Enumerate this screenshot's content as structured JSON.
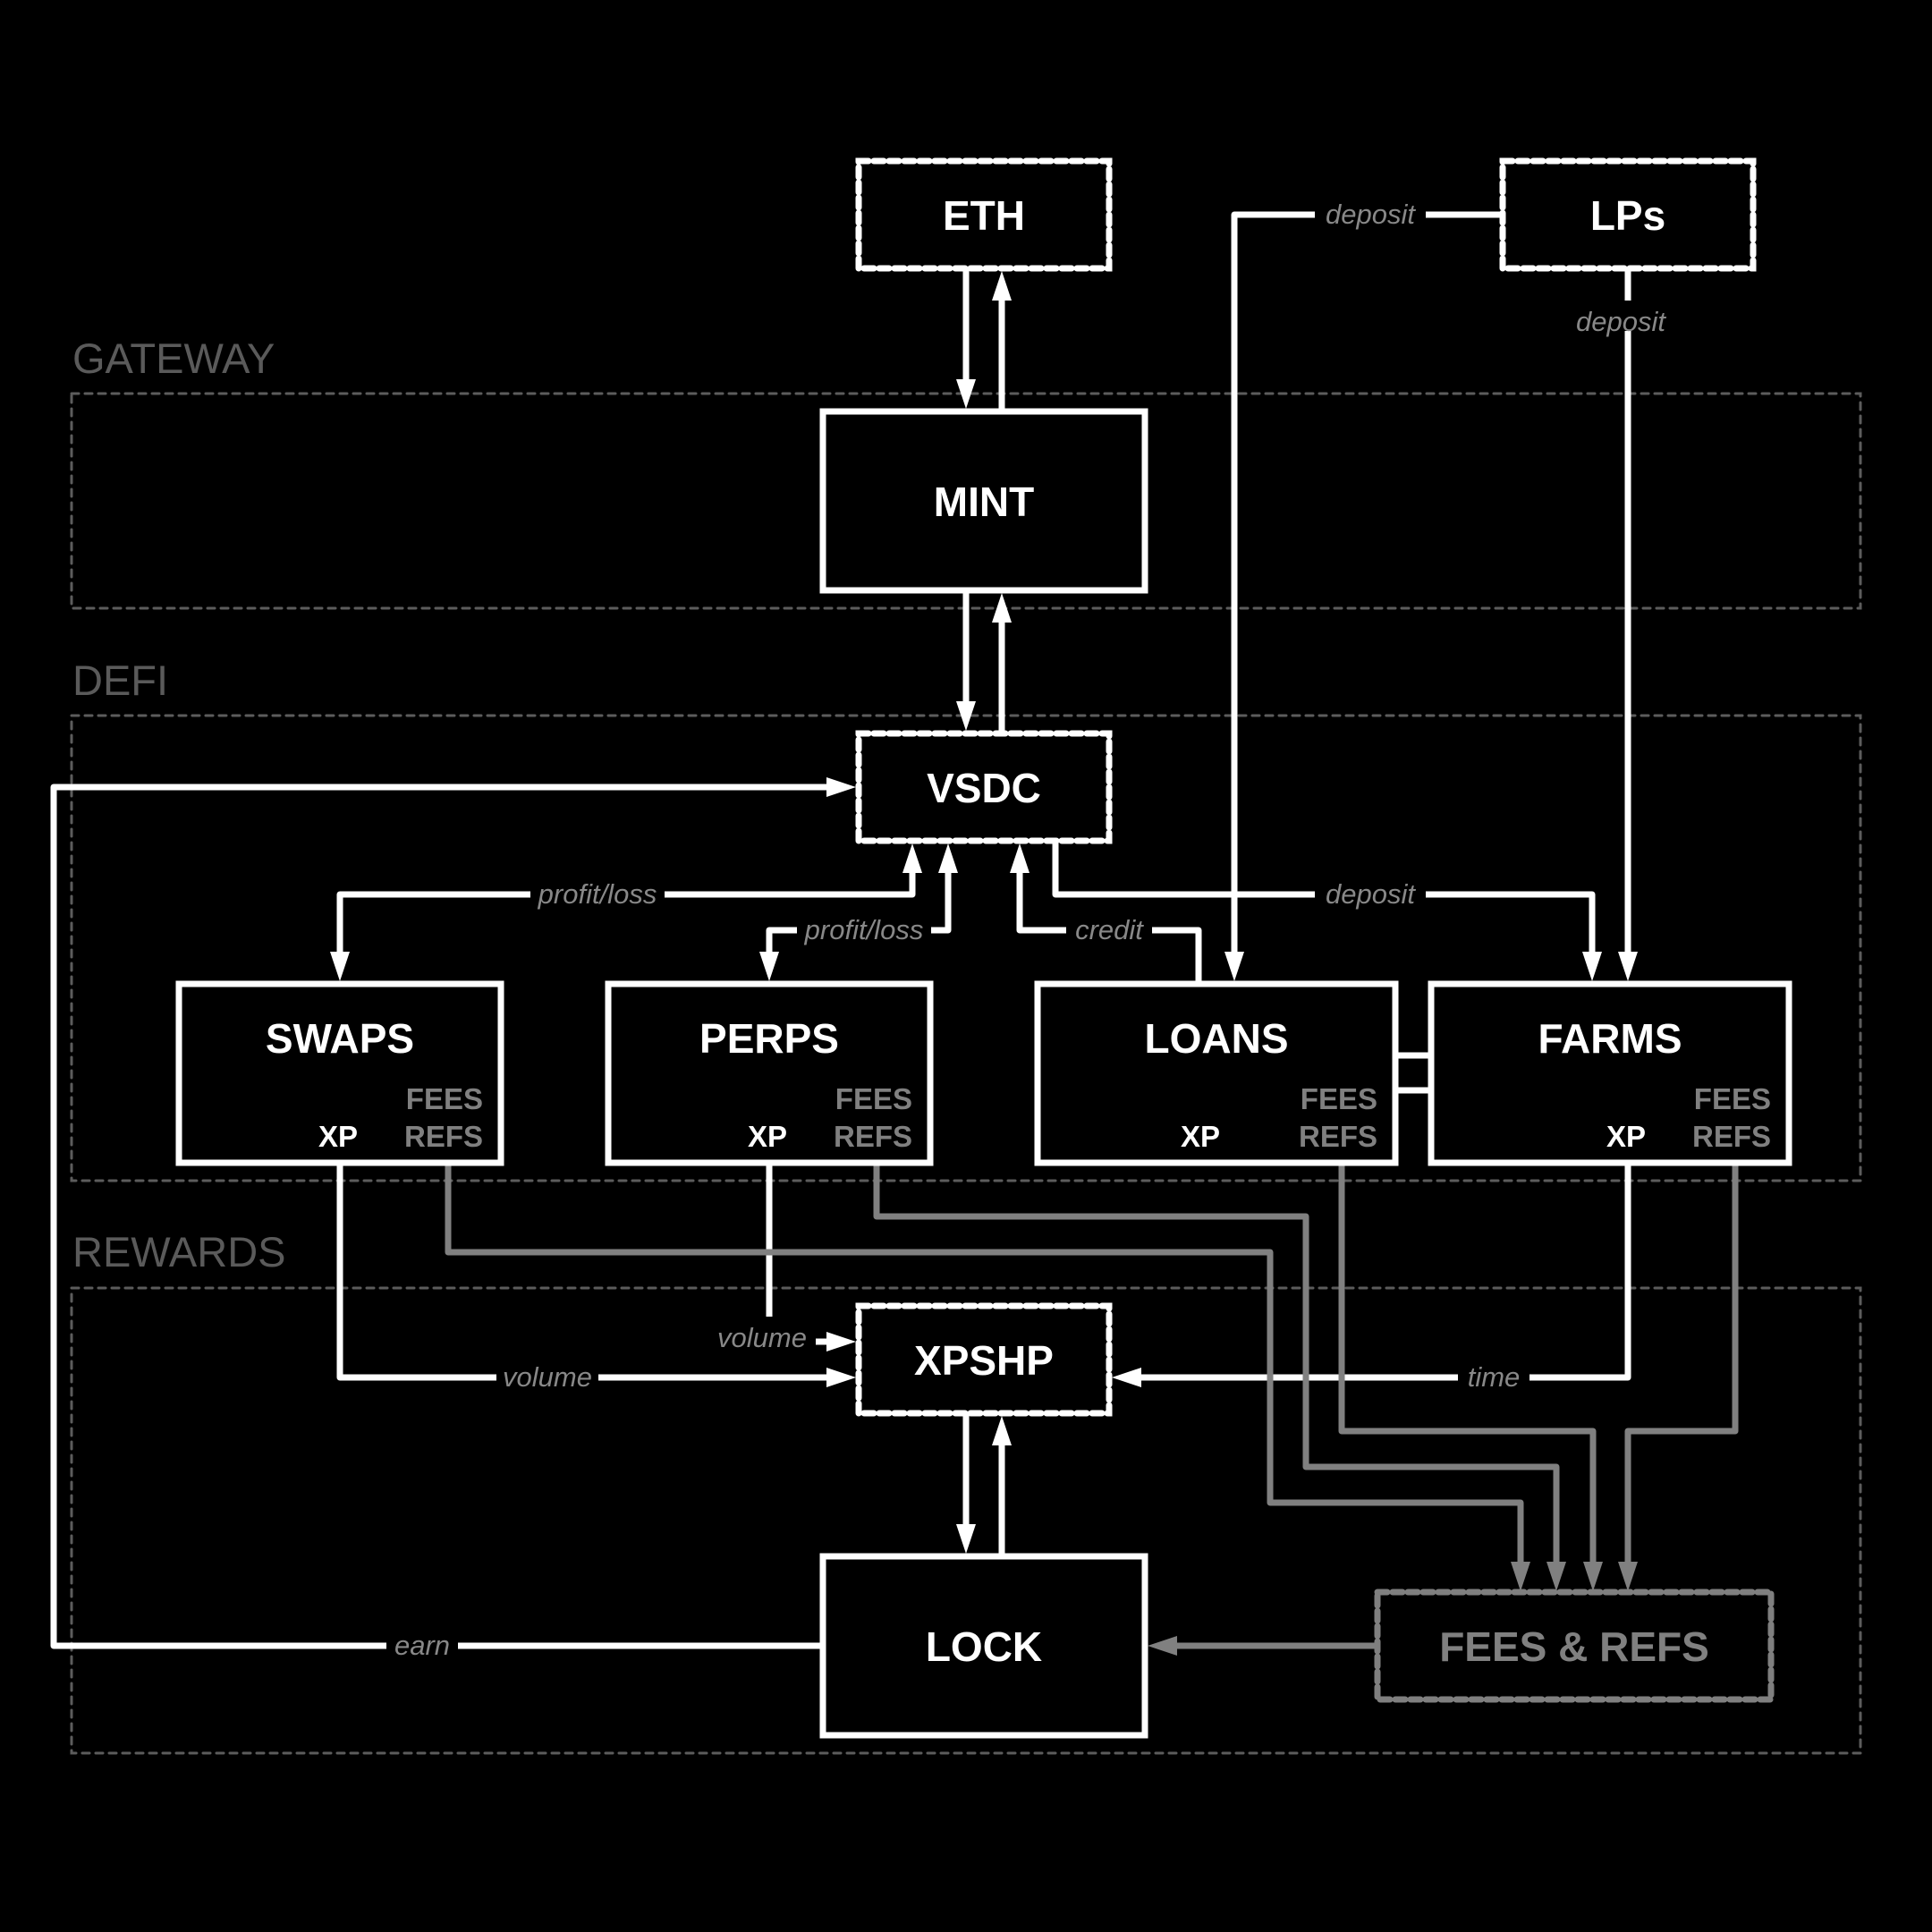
{
  "zones": [
    {
      "id": "gateway",
      "title": "GATEWAY"
    },
    {
      "id": "defi",
      "title": "DEFI"
    },
    {
      "id": "rewards",
      "title": "REWARDS"
    }
  ],
  "nodes": [
    {
      "id": "eth",
      "label": "ETH",
      "style": "dashed"
    },
    {
      "id": "lps",
      "label": "LPs",
      "style": "dashed"
    },
    {
      "id": "mint",
      "label": "MINT",
      "style": "solid"
    },
    {
      "id": "vsdc",
      "label": "VSDC",
      "style": "dashed"
    },
    {
      "id": "swaps",
      "label": "SWAPS",
      "style": "solid",
      "xp": "XP",
      "fees": "FEES",
      "refs": "REFS"
    },
    {
      "id": "perps",
      "label": "PERPS",
      "style": "solid",
      "xp": "XP",
      "fees": "FEES",
      "refs": "REFS"
    },
    {
      "id": "loans",
      "label": "LOANS",
      "style": "solid",
      "xp": "XP",
      "fees": "FEES",
      "refs": "REFS"
    },
    {
      "id": "farms",
      "label": "FARMS",
      "style": "solid",
      "xp": "XP",
      "fees": "FEES",
      "refs": "REFS"
    },
    {
      "id": "xpshp",
      "label": "XPSHP",
      "style": "dashed"
    },
    {
      "id": "lock",
      "label": "LOCK",
      "style": "solid"
    },
    {
      "id": "fees_refs",
      "label": "FEES & REFS",
      "style": "dashed-gray"
    }
  ],
  "edges": [
    {
      "id": "eth-to-mint",
      "from": "eth",
      "to": "mint",
      "label": ""
    },
    {
      "id": "mint-to-eth",
      "from": "mint",
      "to": "eth",
      "label": ""
    },
    {
      "id": "mint-to-vsdc",
      "from": "mint",
      "to": "vsdc",
      "label": ""
    },
    {
      "id": "vsdc-to-mint",
      "from": "vsdc",
      "to": "mint",
      "label": ""
    },
    {
      "id": "lps-to-loans",
      "from": "lps",
      "to": "loans",
      "label": "deposit"
    },
    {
      "id": "lps-to-farms",
      "from": "lps",
      "to": "farms",
      "label": "deposit"
    },
    {
      "id": "vsdc-swaps-pnl",
      "from": "swaps",
      "to": "vsdc",
      "label": "profit/loss",
      "bidirectional": true
    },
    {
      "id": "vsdc-perps-pnl",
      "from": "perps",
      "to": "vsdc",
      "label": "profit/loss",
      "bidirectional": true
    },
    {
      "id": "loans-to-vsdc",
      "from": "loans",
      "to": "vsdc",
      "label": "credit"
    },
    {
      "id": "vsdc-to-farms",
      "from": "vsdc",
      "to": "farms",
      "label": "deposit"
    },
    {
      "id": "loans-farms-link",
      "from": "loans",
      "to": "farms",
      "label": ""
    },
    {
      "id": "swaps-to-xpshp",
      "from": "swaps",
      "to": "xpshp",
      "label": "volume"
    },
    {
      "id": "perps-to-xpshp",
      "from": "perps",
      "to": "xpshp",
      "label": "volume"
    },
    {
      "id": "farms-to-xpshp",
      "from": "farms",
      "to": "xpshp",
      "label": "time"
    },
    {
      "id": "swaps-fees",
      "from": "swaps",
      "to": "fees_refs",
      "label": ""
    },
    {
      "id": "perps-fees",
      "from": "perps",
      "to": "fees_refs",
      "label": ""
    },
    {
      "id": "loans-fees",
      "from": "loans",
      "to": "fees_refs",
      "label": ""
    },
    {
      "id": "farms-fees",
      "from": "farms",
      "to": "fees_refs",
      "label": ""
    },
    {
      "id": "xpshp-to-lock",
      "from": "xpshp",
      "to": "lock",
      "label": ""
    },
    {
      "id": "lock-to-xpshp",
      "from": "lock",
      "to": "xpshp",
      "label": ""
    },
    {
      "id": "fees-to-lock",
      "from": "fees_refs",
      "to": "lock",
      "label": ""
    },
    {
      "id": "lock-to-vsdc",
      "from": "lock",
      "to": "vsdc",
      "label": "earn"
    }
  ],
  "colors": {
    "background": "#000000",
    "primary": "#ffffff",
    "secondary": "#808080",
    "zone": "#5a5a5a"
  }
}
